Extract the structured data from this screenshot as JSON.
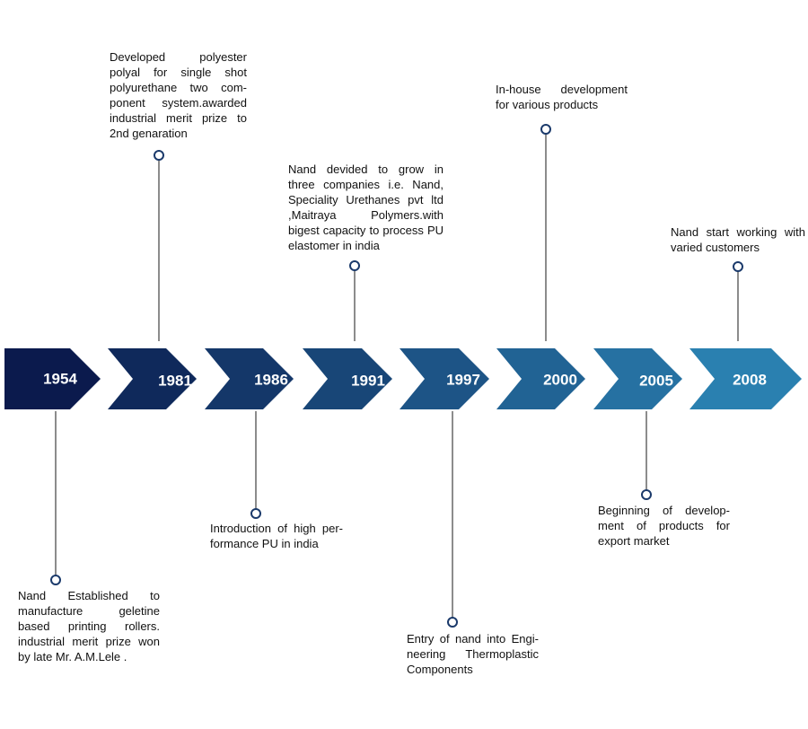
{
  "colors": {
    "arrow_start": "#0b1a4d",
    "arrow_end": "#2a80b0",
    "connector": "#666666",
    "marker_stroke": "#1b3a6b",
    "text": "#111111"
  },
  "milestones": [
    {
      "year": "1954",
      "side": "below",
      "text": "Nand Established to manufacture geletine based printing rollers. industrial merit prize won by late Mr. A.M.Lele ."
    },
    {
      "year": "1981",
      "side": "above",
      "text": "Developed polyester polyal for single shot polyurethane two com­ponent system.awarded industrial merit prize to 2nd genaration"
    },
    {
      "year": "1986",
      "side": "below",
      "text": "Introduction of high per­formance PU in india"
    },
    {
      "year": "1991",
      "side": "above",
      "text": "Nand devided to grow in three companies i.e. Nand, Speciality Urethanes pvt ltd ,Maitraya Polymers.with bigest capacity to process PU elastomer in india"
    },
    {
      "year": "1997",
      "side": "below",
      "text": "Entry of nand into Engi­neering Thermoplastic Components"
    },
    {
      "year": "2000",
      "side": "above",
      "text": "In-house development for various products"
    },
    {
      "year": "2005",
      "side": "below",
      "text": "Beginning of develop­ment of products for export market"
    },
    {
      "year": "2008",
      "side": "above",
      "text": "Nand start working with varied customers"
    }
  ]
}
